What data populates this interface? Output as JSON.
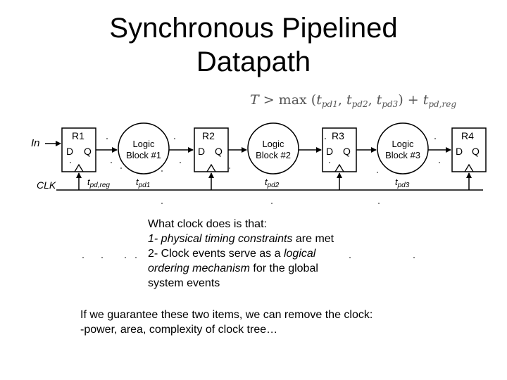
{
  "title": {
    "line1": "Synchronous Pipelined",
    "line2": "Datapath"
  },
  "formula": {
    "T": "T",
    "gt_max": " > max (",
    "t1": "t",
    "s1": "pd1",
    "t2": "t",
    "s2": "pd2",
    "t3": "t",
    "s3": "pd3",
    "close": ") + ",
    "t4": "t",
    "s4": "pd,reg",
    "comma": ", "
  },
  "diagram": {
    "in_label": "In",
    "clk_label": "CLK",
    "registers": [
      {
        "name": "R1",
        "d": "D",
        "q": "Q"
      },
      {
        "name": "R2",
        "d": "D",
        "q": "Q"
      },
      {
        "name": "R3",
        "d": "D",
        "q": "Q"
      },
      {
        "name": "R4",
        "d": "D",
        "q": "Q"
      }
    ],
    "logic_blocks": [
      {
        "line1": "Logic",
        "line2": "Block #1"
      },
      {
        "line1": "Logic",
        "line2": "Block #2"
      },
      {
        "line1": "Logic",
        "line2": "Block #3"
      }
    ],
    "delays": {
      "reg": {
        "t": "t",
        "sub": "pd,reg"
      },
      "pd1": {
        "t": "t",
        "sub": "pd1"
      },
      "pd2": {
        "t": "t",
        "sub": "pd2"
      },
      "pd3": {
        "t": "t",
        "sub": "pd3"
      }
    }
  },
  "note": {
    "line1": "What clock does is that:",
    "line2_italic": "1- physical timing constraints",
    "line2_rest": " are met",
    "line3_a": "2- Clock events serve as a ",
    "line3_italic": "logical",
    "line4_italic": "ordering mechanism",
    "line4_rest": " for the global",
    "line5": "system events"
  },
  "conclusion": {
    "line1": "If we guarantee these two items, we can remove the clock:",
    "line2": "-power, area, complexity of clock tree…"
  }
}
